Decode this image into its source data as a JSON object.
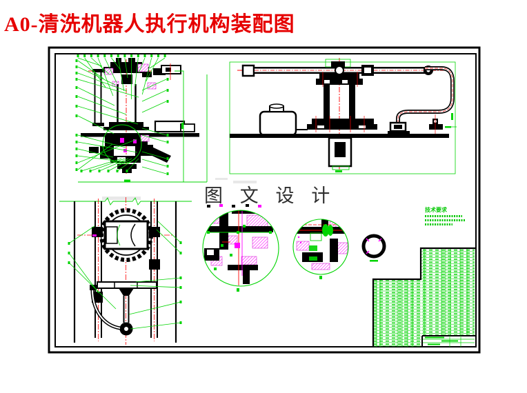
{
  "page_title": {
    "text": "A0-清洗机器人执行机构装配图",
    "color": "#e60000"
  },
  "watermark": {
    "text": "图 文 设 计"
  },
  "tech_requirements": {
    "title": "技术要求",
    "body_line_count": 3
  },
  "drawing": {
    "sheet": "A0",
    "colors": {
      "geometry_black": "#000000",
      "annotation_green": "#00d400",
      "centerline_red": "#ff0000",
      "hatch_magenta": "#ff00ff",
      "title_red": "#e60000",
      "watermark_gray": "#2e2e2e"
    }
  }
}
